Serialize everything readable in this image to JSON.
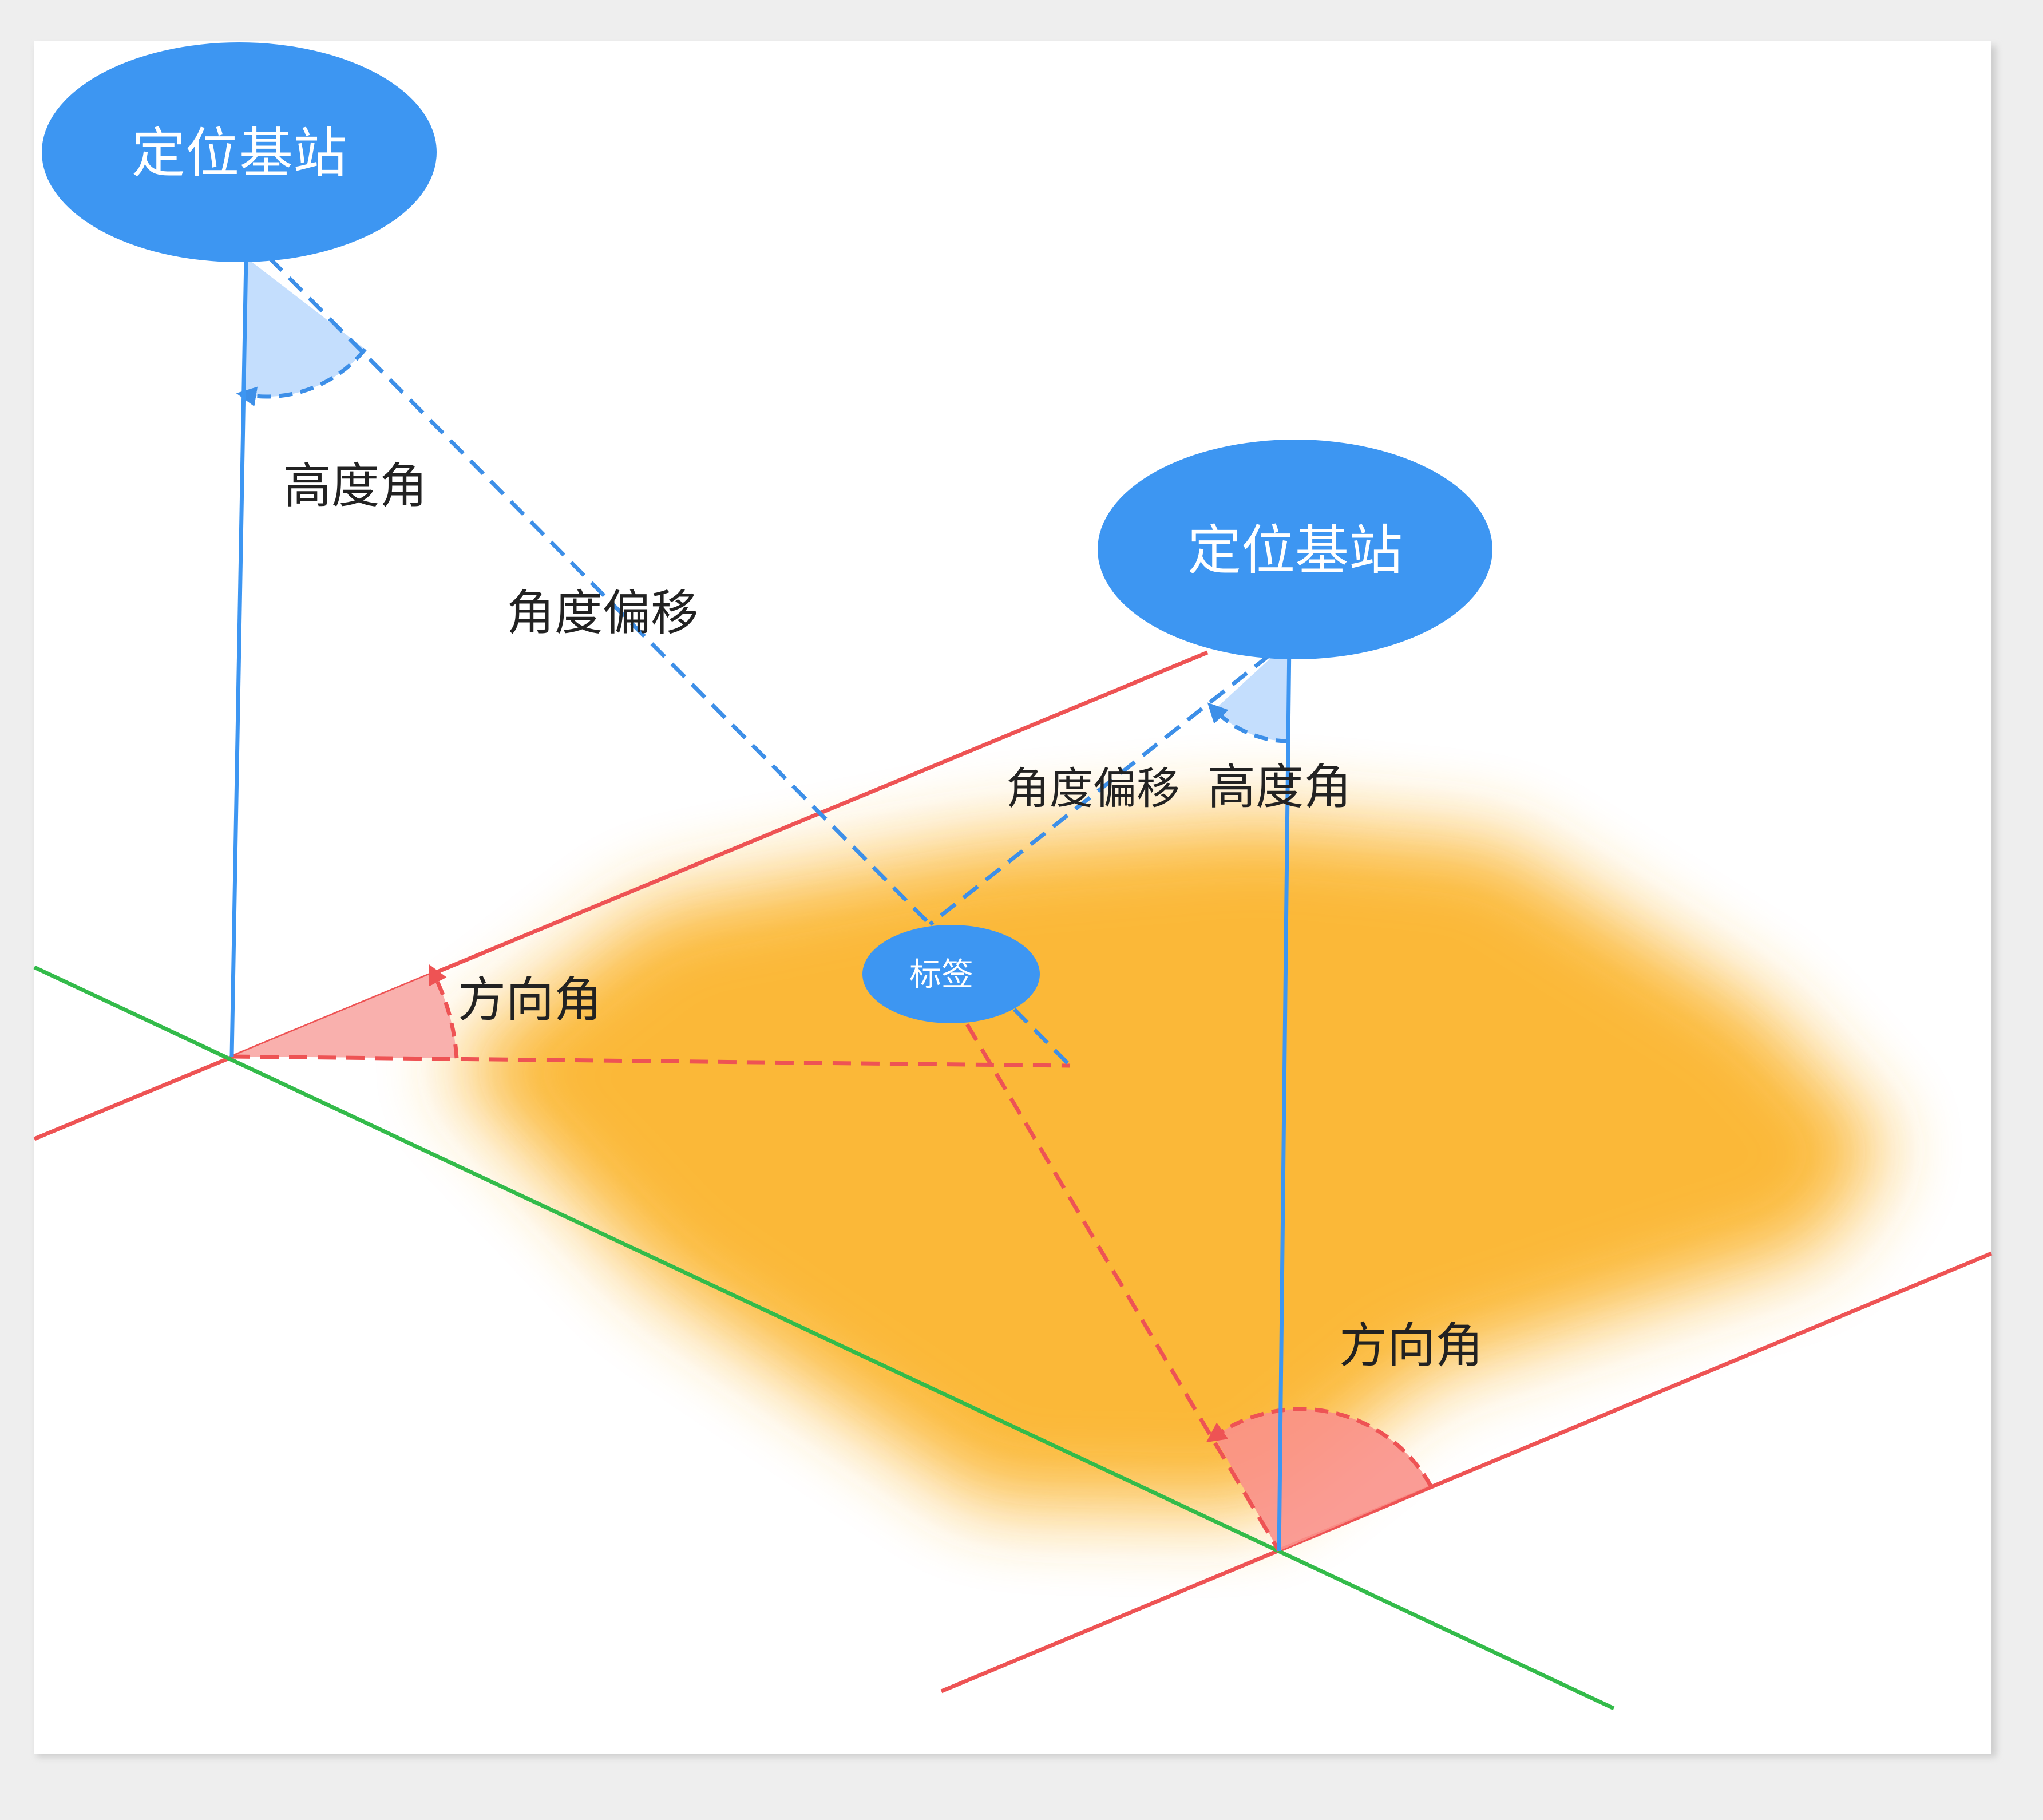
{
  "colors": {
    "node_blue": "#3d96f2",
    "light_blue": "#c4defd",
    "dash_blue": "#3d8fe8",
    "red": "#ee5354",
    "light_red": "#f9b0ad",
    "green": "#33bb4a",
    "orange": "#fbb52d"
  },
  "nodes": {
    "station_a": {
      "label": "定位基站"
    },
    "station_b": {
      "label": "定位基站"
    },
    "tag": {
      "label": "标签"
    }
  },
  "labels": {
    "elevation_a": "高度角",
    "offset_a": "角度偏移",
    "azimuth_a": "方向角",
    "offset_b": "角度偏移",
    "elevation_b": "高度角",
    "azimuth_b": "方向角"
  }
}
